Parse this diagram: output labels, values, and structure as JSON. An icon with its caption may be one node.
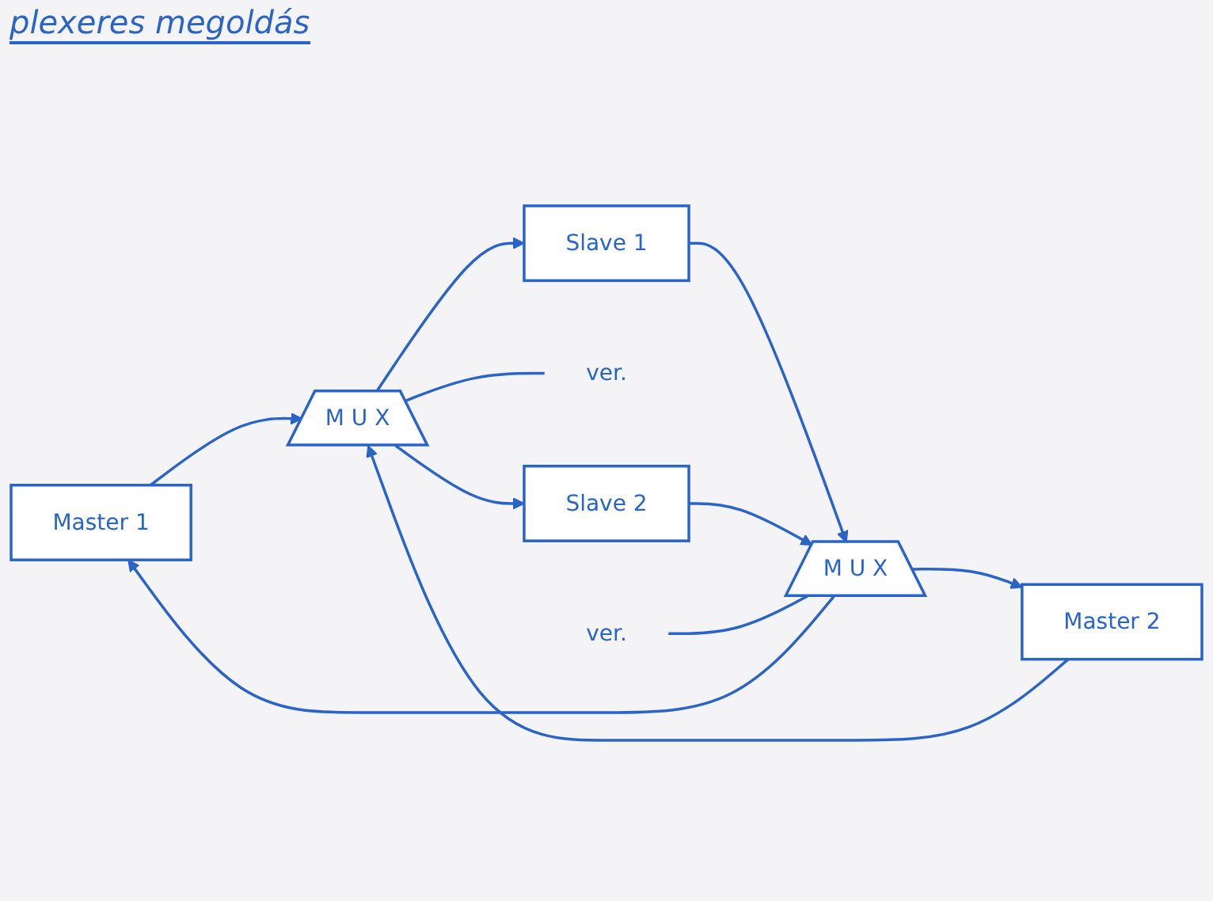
{
  "diagram": {
    "title": "plexeres megoldás",
    "nodes": [
      {
        "text": [
          "Master 1"
        ]
      },
      {
        "text": [
          "Master 2"
        ]
      },
      {
        "text": [
          "ver."
        ]
      },
      {
        "text": [
          "M U X"
        ]
      },
      {
        "text": [
          "M U X"
        ]
      },
      {
        "text": [
          "ver."
        ]
      },
      {
        "text": [
          "Slave 1"
        ]
      },
      {
        "text": [
          "Slave 2"
        ]
      }
    ],
    "edges": [
      {
        "from": 3,
        "to": 0,
        "arrow": "to"
      },
      {
        "from": 3,
        "to": 1,
        "arrow": "to"
      },
      {
        "from": 6,
        "to": 3,
        "arrow": "to"
      },
      {
        "from": 7,
        "to": 3,
        "arrow": "to"
      },
      {
        "from": 0,
        "to": 4,
        "arrow": "to"
      },
      {
        "from": 1,
        "to": 4,
        "arrow": "to"
      },
      {
        "from": 4,
        "to": 6,
        "arrow": "to"
      },
      {
        "from": 4,
        "to": 7,
        "arrow": "to"
      },
      {
        "from": 2,
        "to": 3,
        "arrow": "none"
      },
      {
        "from": 4,
        "to": 5,
        "arrow": "none"
      }
    ]
  }
}
